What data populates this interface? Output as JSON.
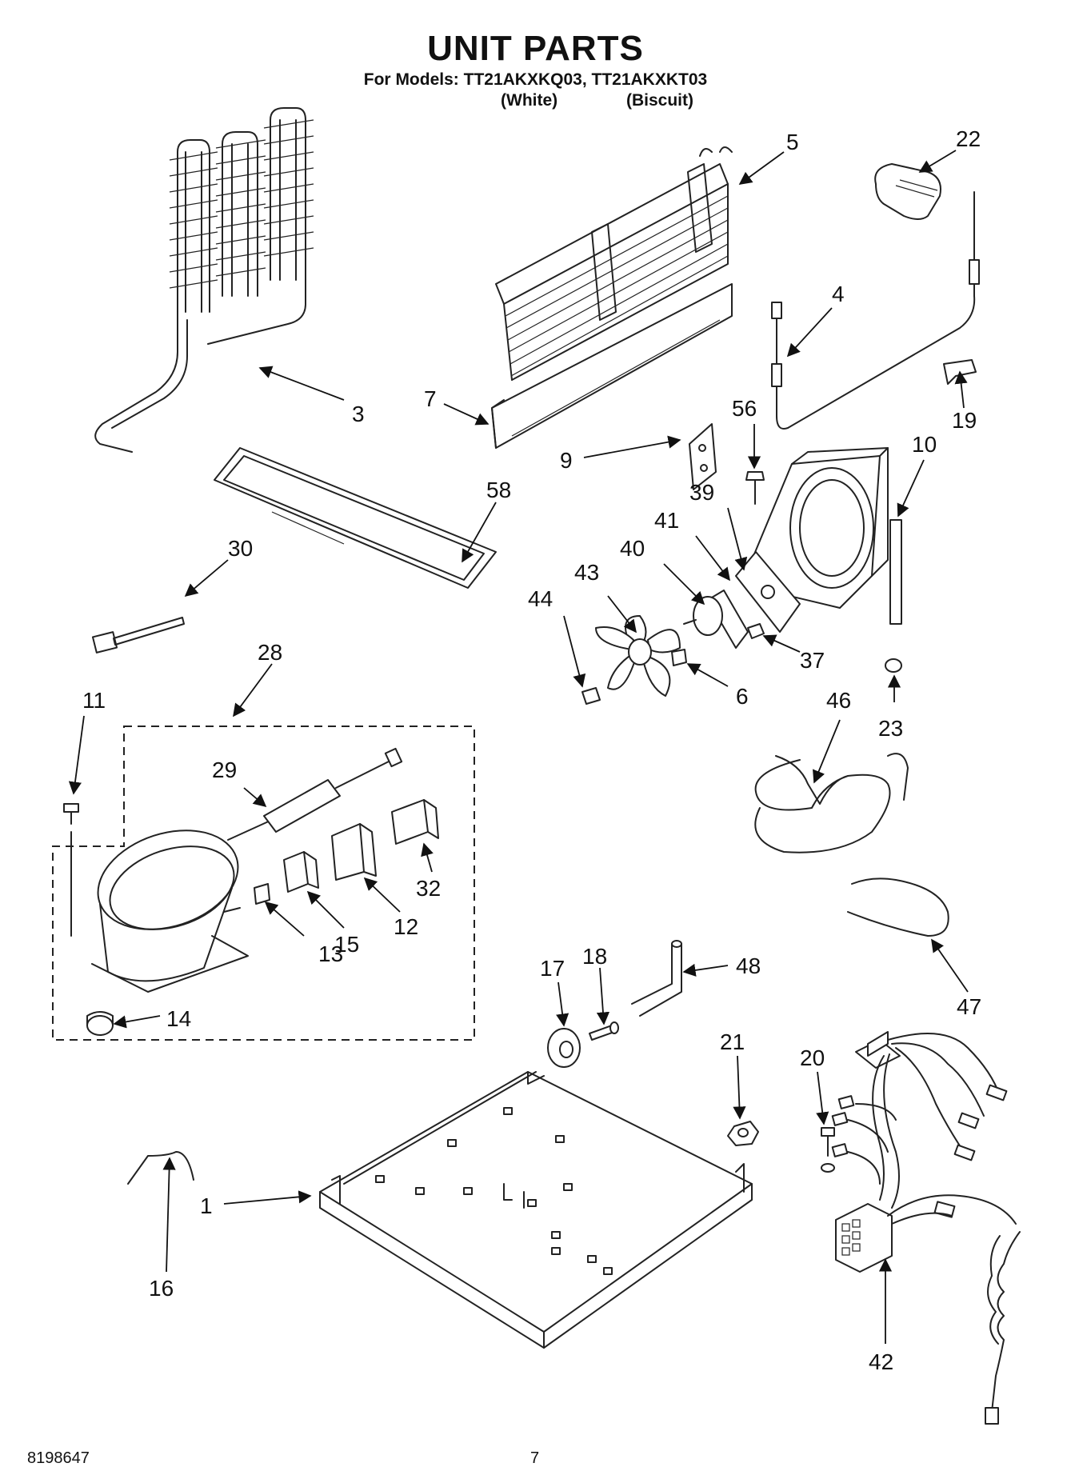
{
  "header": {
    "title": "UNIT PARTS",
    "models_line": "For Models: TT21AKXKQ03, TT21AKXKT03",
    "variants": [
      "(White)",
      "(Biscuit)"
    ]
  },
  "callouts": [
    {
      "id": "p1",
      "label": "1"
    },
    {
      "id": "p3",
      "label": "3"
    },
    {
      "id": "p4",
      "label": "4"
    },
    {
      "id": "p5",
      "label": "5"
    },
    {
      "id": "p6",
      "label": "6"
    },
    {
      "id": "p7",
      "label": "7"
    },
    {
      "id": "p9",
      "label": "9"
    },
    {
      "id": "p10",
      "label": "10"
    },
    {
      "id": "p11",
      "label": "11"
    },
    {
      "id": "p12",
      "label": "12"
    },
    {
      "id": "p13",
      "label": "13"
    },
    {
      "id": "p14",
      "label": "14"
    },
    {
      "id": "p15",
      "label": "15"
    },
    {
      "id": "p16",
      "label": "16"
    },
    {
      "id": "p17",
      "label": "17"
    },
    {
      "id": "p18",
      "label": "18"
    },
    {
      "id": "p19",
      "label": "19"
    },
    {
      "id": "p20",
      "label": "20"
    },
    {
      "id": "p21",
      "label": "21"
    },
    {
      "id": "p22",
      "label": "22"
    },
    {
      "id": "p23",
      "label": "23"
    },
    {
      "id": "p28",
      "label": "28"
    },
    {
      "id": "p29",
      "label": "29"
    },
    {
      "id": "p30",
      "label": "30"
    },
    {
      "id": "p32",
      "label": "32"
    },
    {
      "id": "p37",
      "label": "37"
    },
    {
      "id": "p39",
      "label": "39"
    },
    {
      "id": "p40",
      "label": "40"
    },
    {
      "id": "p41",
      "label": "41"
    },
    {
      "id": "p42",
      "label": "42"
    },
    {
      "id": "p43",
      "label": "43"
    },
    {
      "id": "p44",
      "label": "44"
    },
    {
      "id": "p46",
      "label": "46"
    },
    {
      "id": "p47",
      "label": "47"
    },
    {
      "id": "p48",
      "label": "48"
    },
    {
      "id": "p56",
      "label": "56"
    },
    {
      "id": "p58",
      "label": "58"
    }
  ],
  "footer": {
    "doc_number": "8198647",
    "page_number": "7"
  }
}
